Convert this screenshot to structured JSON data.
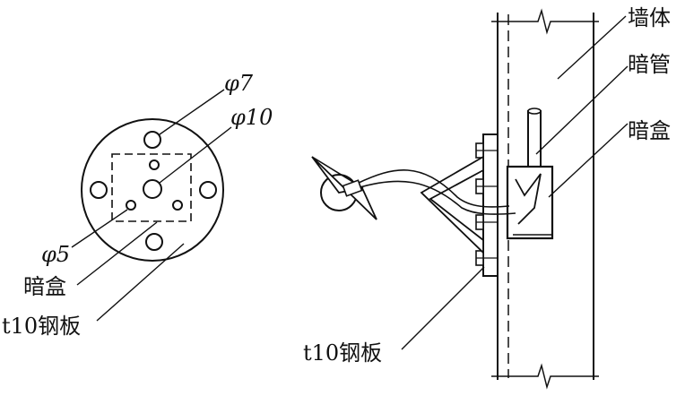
{
  "colors": {
    "ink": "#111111",
    "paper": "#ffffff"
  },
  "labels": {
    "phi7": "φ7",
    "phi10": "φ10",
    "phi5": "φ5",
    "anhe_left": "暗盒",
    "plate_left": "t10钢板",
    "wall": "墙体",
    "anguan": "暗管",
    "anhe_right": "暗盒",
    "plate_right": "t10钢板"
  }
}
